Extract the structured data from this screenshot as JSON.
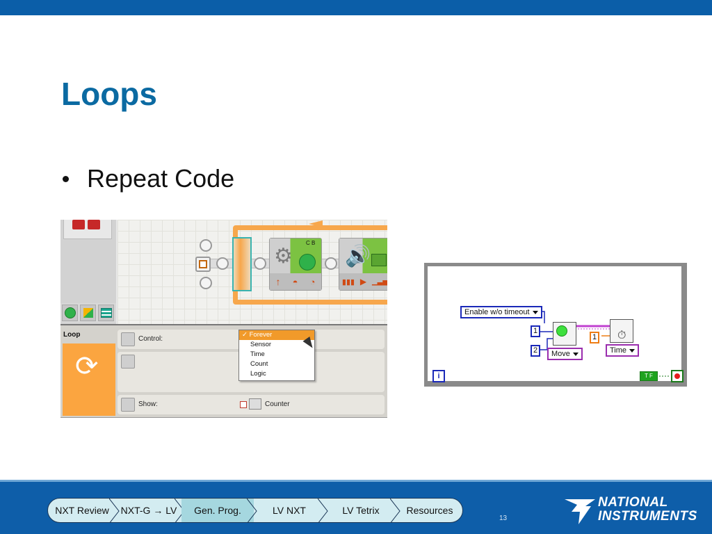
{
  "slide": {
    "title": "Loops",
    "bullet": "Repeat Code",
    "page_number": "13"
  },
  "nxtg": {
    "block_name": "Loop",
    "motor_ports": "C B",
    "control_label": "Control:",
    "show_label": "Show:",
    "counter_label": "Counter",
    "control_options": [
      "Forever",
      "Sensor",
      "Time",
      "Count",
      "Logic"
    ],
    "selected_option": "Forever",
    "colors": {
      "loop": "#f7a74c",
      "motor_green": "#7cc242",
      "sound_green": "#7cc242"
    }
  },
  "labview": {
    "ring_label": "Enable w/o timeout",
    "const_1": "1",
    "const_2": "2",
    "const_3": "1",
    "move_enum": "Move",
    "time_enum": "Time",
    "iteration_label": "i",
    "bool_label": "T F"
  },
  "footer": {
    "nav": [
      {
        "label": "NXT Review"
      },
      {
        "label": "NXT-G → LV"
      },
      {
        "label": "Gen. Prog."
      },
      {
        "label": "LV NXT"
      },
      {
        "label": "LV Tetrix"
      },
      {
        "label": "Resources"
      }
    ],
    "logo_line1": "NATIONAL",
    "logo_line2": "INSTRUMENTS",
    "logo_tm": "™",
    "colors": {
      "bar": "#0e5ea9",
      "nav_bg": "#d3ecf1",
      "nav_highlight": "#a5d7df"
    }
  }
}
